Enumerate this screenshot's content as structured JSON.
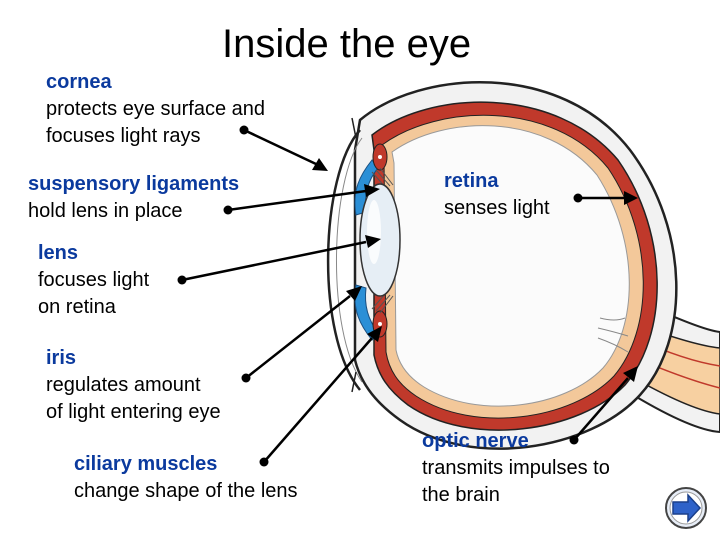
{
  "title": "Inside the eye",
  "labels": {
    "cornea": {
      "term": "cornea",
      "lines": [
        "protects eye surface and",
        "focuses light rays"
      ]
    },
    "suspensory": {
      "term": "suspensory ligaments",
      "lines": [
        "hold lens in place"
      ]
    },
    "lens": {
      "term": "lens",
      "lines": [
        "focuses light",
        "on retina"
      ]
    },
    "iris": {
      "term": "iris",
      "lines": [
        "regulates amount",
        "of light entering eye"
      ]
    },
    "ciliary": {
      "term": "ciliary muscles",
      "lines": [
        "change shape of the lens"
      ]
    },
    "retina": {
      "term": "retina",
      "lines": [
        "senses light"
      ]
    },
    "optic": {
      "term": "optic nerve",
      "lines": [
        "transmits impulses to",
        "the brain"
      ]
    }
  },
  "colors": {
    "term_text": "#0b3a9e",
    "sclera": "#f2f2f2",
    "choroid": "#c0392b",
    "retina_layer": "#f3c89a",
    "iris": "#2b8fd6",
    "lens": "#e6eef5",
    "optic_nerve": "#f7d0a1",
    "arrow": "#000000",
    "nav_button": "#2e62c9"
  },
  "nav": {
    "icon": "next-arrow-icon"
  }
}
